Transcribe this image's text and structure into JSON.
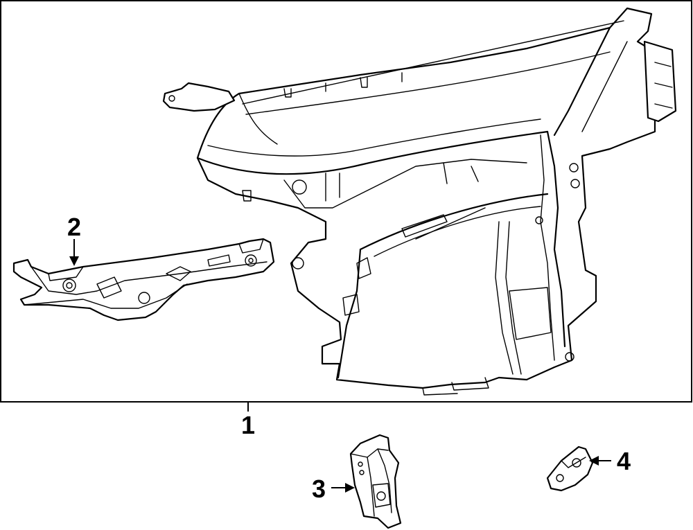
{
  "callouts": {
    "part1": "1",
    "part2": "2",
    "part3": "3",
    "part4": "4"
  },
  "colors": {
    "line": "#000000",
    "background": "#ffffff"
  }
}
